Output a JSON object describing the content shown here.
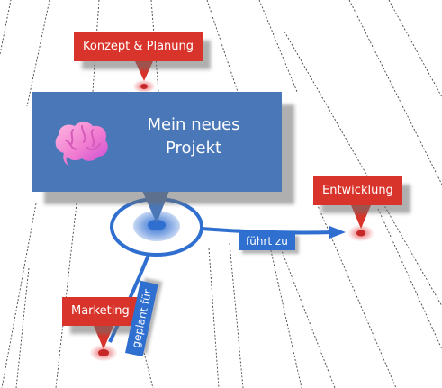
{
  "main_node": {
    "title_line1": "Mein neues",
    "title_line2": "Projekt",
    "icon": "brain-icon"
  },
  "nodes": [
    {
      "id": "konzept",
      "label": "Konzept & Planung"
    },
    {
      "id": "entwicklung",
      "label": "Entwicklung"
    },
    {
      "id": "marketing",
      "label": "Marketing"
    }
  ],
  "edges": [
    {
      "from": "main",
      "to": "entwicklung",
      "label": "führt zu"
    },
    {
      "from": "main",
      "to": "marketing",
      "label": "geplant für"
    }
  ],
  "colors": {
    "node_blue": "#4a77b8",
    "label_red": "#d9342b",
    "edge_blue": "#2f6fd0",
    "hub_ring": "#2f6fd0",
    "pin_red": "#d9342b"
  }
}
